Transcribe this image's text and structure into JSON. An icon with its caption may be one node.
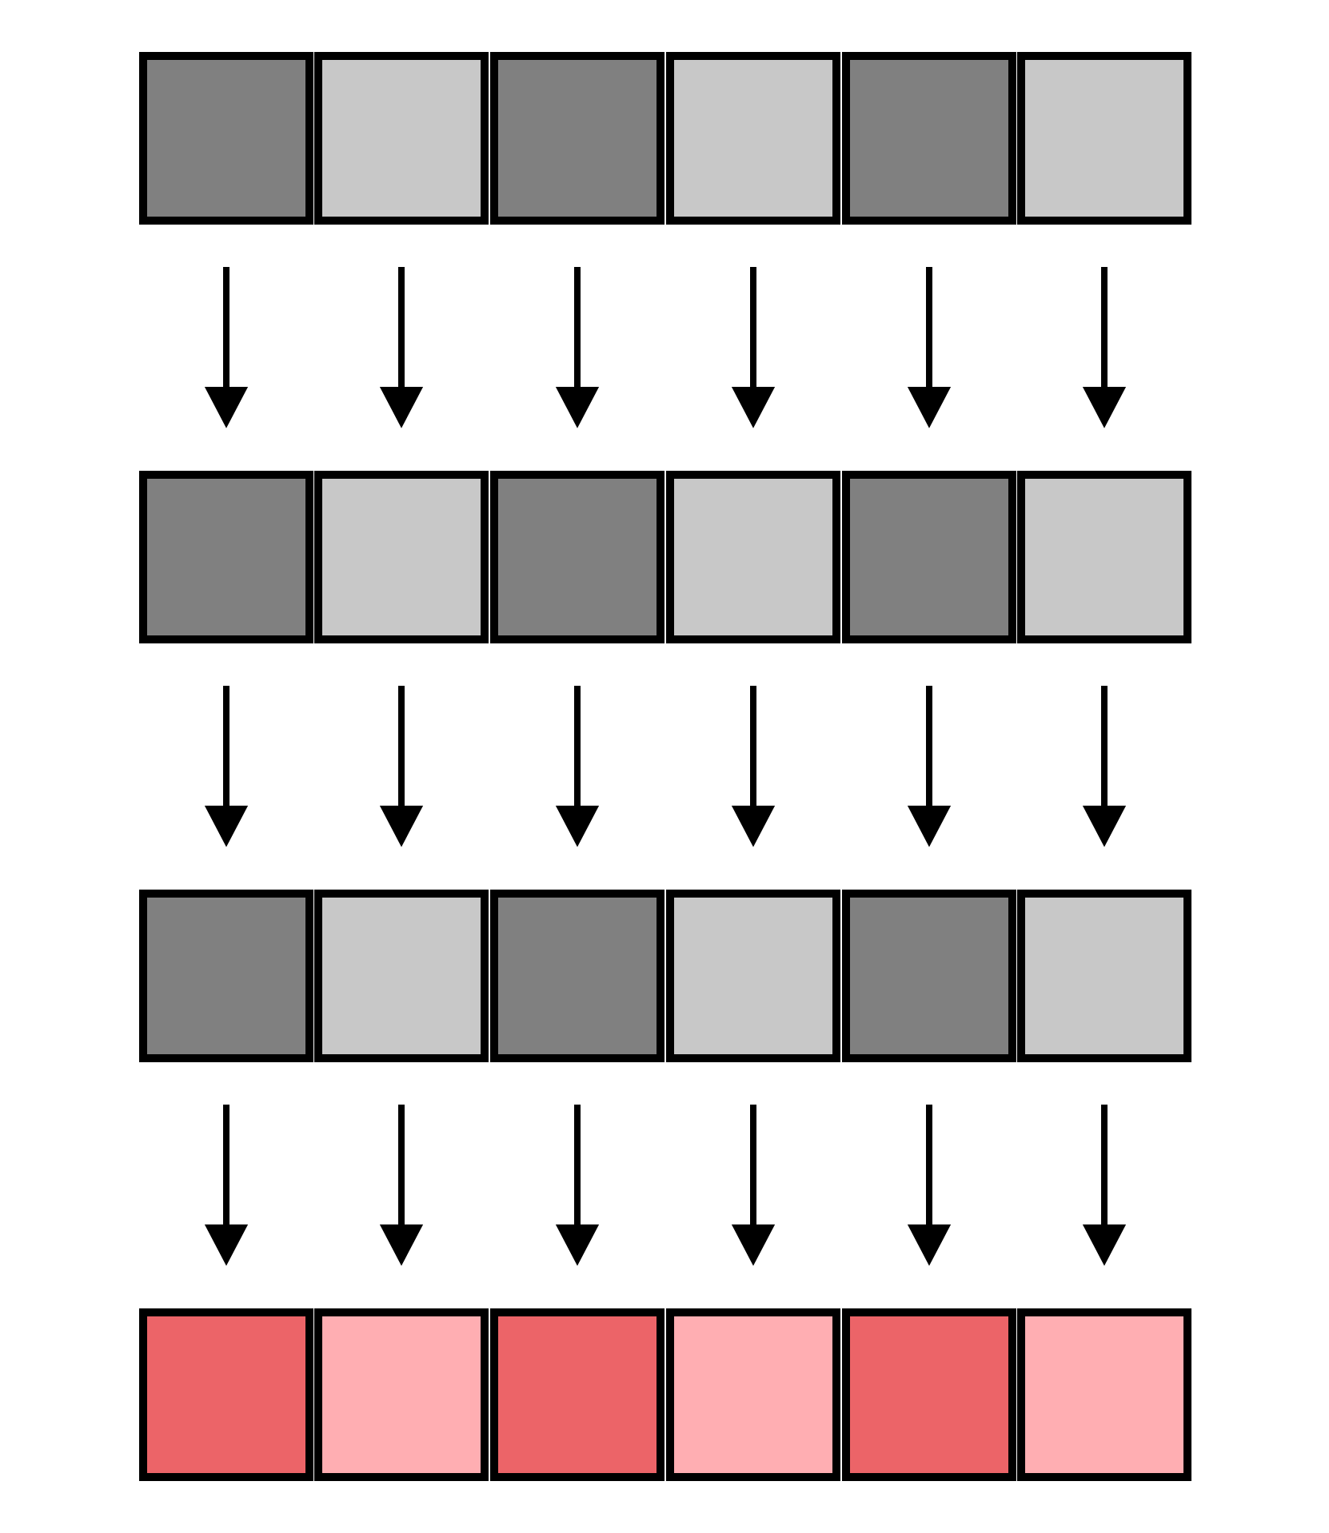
{
  "diagram": {
    "nodes": [
      {
        "text": [],
        "shape": "box"
      },
      {
        "text": [],
        "shape": "box"
      },
      {
        "text": [],
        "shape": "box"
      },
      {
        "text": [],
        "shape": "box"
      },
      {
        "text": [],
        "shape": "box"
      },
      {
        "text": [],
        "shape": "box"
      },
      {
        "text": [],
        "shape": "box"
      },
      {
        "text": [],
        "shape": "box"
      },
      {
        "text": [],
        "shape": "box"
      },
      {
        "text": [],
        "shape": "box"
      },
      {
        "text": [],
        "shape": "box"
      },
      {
        "text": [],
        "shape": "box"
      },
      {
        "text": [],
        "shape": "box"
      },
      {
        "text": [],
        "shape": "box"
      },
      {
        "text": [],
        "shape": "box"
      },
      {
        "text": [],
        "shape": "box"
      },
      {
        "text": [],
        "shape": "box"
      },
      {
        "text": [],
        "shape": "box"
      },
      {
        "text": [],
        "shape": "box"
      },
      {
        "text": [],
        "shape": "box"
      },
      {
        "text": [],
        "shape": "box"
      },
      {
        "text": [],
        "shape": "box"
      },
      {
        "text": [],
        "shape": "box"
      },
      {
        "text": [],
        "shape": "box"
      }
    ],
    "edges": [
      {
        "from": 0,
        "to": 6,
        "arrow": "to"
      },
      {
        "from": 1,
        "to": 7,
        "arrow": "to"
      },
      {
        "from": 2,
        "to": 8,
        "arrow": "to"
      },
      {
        "from": 3,
        "to": 9,
        "arrow": "to"
      },
      {
        "from": 4,
        "to": 10,
        "arrow": "to"
      },
      {
        "from": 5,
        "to": 11,
        "arrow": "to"
      },
      {
        "from": 6,
        "to": 12,
        "arrow": "to"
      },
      {
        "from": 7,
        "to": 13,
        "arrow": "to"
      },
      {
        "from": 8,
        "to": 14,
        "arrow": "to"
      },
      {
        "from": 9,
        "to": 15,
        "arrow": "to"
      },
      {
        "from": 10,
        "to": 16,
        "arrow": "to"
      },
      {
        "from": 11,
        "to": 17,
        "arrow": "to"
      },
      {
        "from": 12,
        "to": 18,
        "arrow": "to"
      },
      {
        "from": 13,
        "to": 19,
        "arrow": "to"
      },
      {
        "from": 14,
        "to": 20,
        "arrow": "to"
      },
      {
        "from": 15,
        "to": 21,
        "arrow": "to"
      },
      {
        "from": 16,
        "to": 22,
        "arrow": "to"
      },
      {
        "from": 17,
        "to": 23,
        "arrow": "to"
      }
    ]
  }
}
